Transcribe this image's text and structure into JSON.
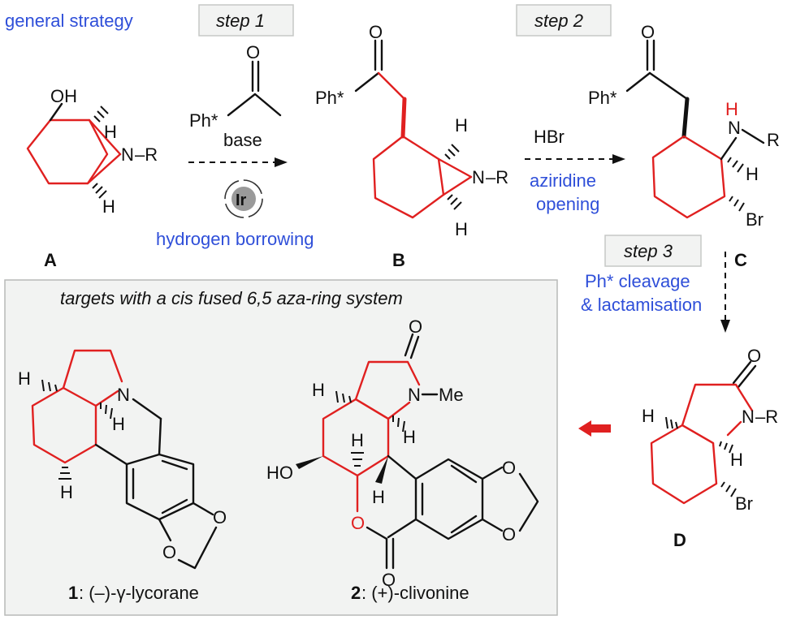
{
  "header": {
    "general_strategy": "general strategy",
    "step1": "step 1",
    "step2": "step 2",
    "step3": "step 3"
  },
  "labels": {
    "A": "A",
    "B": "B",
    "C": "C",
    "D": "D"
  },
  "reagents": {
    "base": "base",
    "ir": "Ir",
    "hydrogen_borrowing": "hydrogen borrowing",
    "hbr": "HBr",
    "aziridine_1": "aziridine",
    "aziridine_2": "opening",
    "cleavage_1": "Ph* cleavage",
    "cleavage_2": "& lactamisation"
  },
  "atoms": {
    "oh": "OH",
    "h": "H",
    "n": "N",
    "r": "R",
    "dash_r": "–R",
    "o": "O",
    "ph": "Ph*",
    "br": "Br",
    "me": "Me",
    "ho": "HO",
    "nh_h": "H"
  },
  "targets": {
    "title": "targets with a cis fused 6,5 aza-ring system",
    "t1_num": "1",
    "t1_name": ": (–)-γ-lycorane",
    "t2_num": "2",
    "t2_name": ": (+)-clivonine"
  },
  "colors": {
    "accent_red": "#e02020",
    "accent_blue": "#2f4fd9",
    "box_bg": "#f2f3f2",
    "box_border": "#b8bab8"
  }
}
